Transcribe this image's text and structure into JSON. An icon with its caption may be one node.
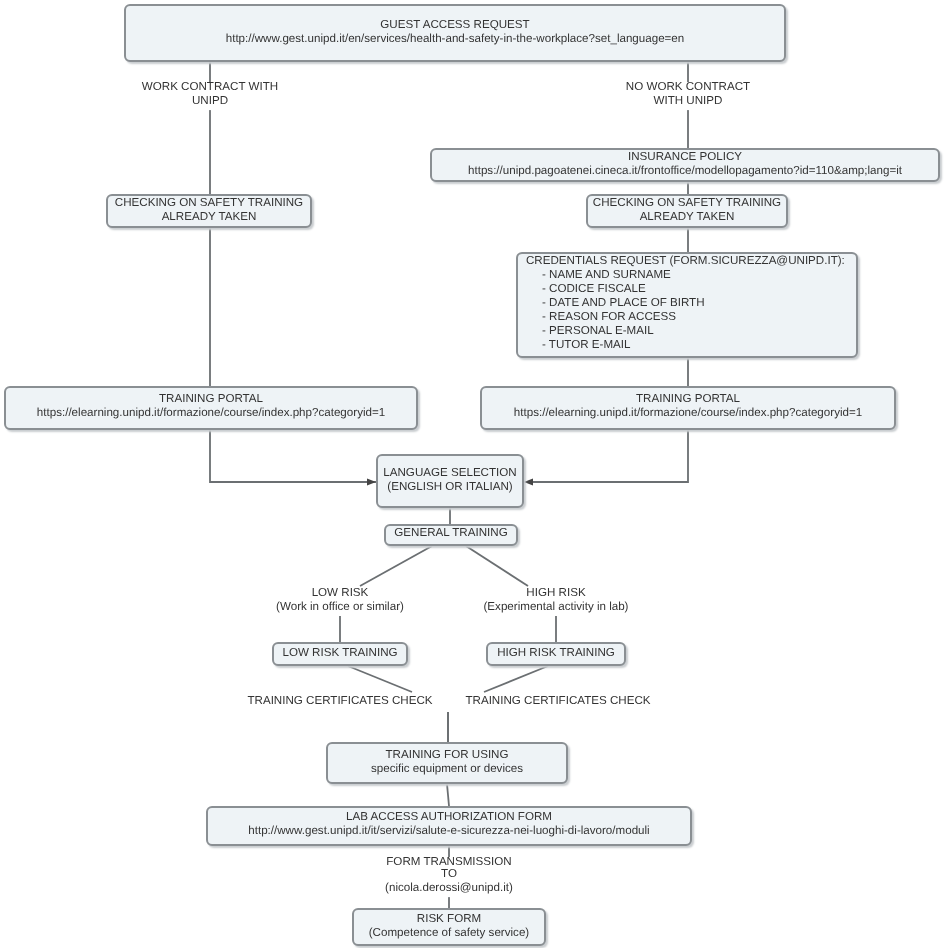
{
  "diagram": {
    "nodes": [
      {
        "text": [
          "GUEST ACCESS REQUEST",
          "http://www.gest.unipd.it/en/services/health-and-safety-in-the-workplace?set_language=en"
        ]
      },
      {
        "text": [
          "INSURANCE POLICY",
          "https://unipd.pagoatenei.cineca.it/frontoffice/modellopagamento?id=110&amp;lang=it"
        ]
      },
      {
        "text": [
          "CHECKING ON SAFETY TRAINING ALREADY TAKEN"
        ]
      },
      {
        "text": [
          "CHECKING ON SAFETY TRAINING ALREADY TAKEN"
        ]
      },
      {
        "text": [
          "CREDENTIALS REQUEST (FORM.SICUREZZA@UNIPD.IT):",
          "- NAME AND SURNAME",
          "- CODICE FISCALE",
          "- DATE AND PLACE OF BIRTH",
          "- REASON FOR ACCESS",
          "- PERSONAL E-MAIL",
          "- TUTOR E-MAIL"
        ]
      },
      {
        "text": [
          "TRAINING PORTAL",
          "https://elearning.unipd.it/formazione/course/index.php?categoryid=1"
        ]
      },
      {
        "text": [
          "TRAINING PORTAL",
          "https://elearning.unipd.it/formazione/course/index.php?categoryid=1"
        ]
      },
      {
        "text": [
          "LANGUAGE SELECTION (ENGLISH OR ITALIAN)"
        ]
      },
      {
        "text": [
          "GENERAL TRAINING"
        ]
      },
      {
        "text": [
          "LOW RISK",
          "(Work in office or similar)"
        ]
      },
      {
        "text": [
          "HIGH RISK",
          "(Experimental activity in lab)"
        ]
      },
      {
        "text": [
          "LOW RISK TRAINING"
        ]
      },
      {
        "text": [
          "HIGH RISK TRAINING"
        ]
      },
      {
        "text": [
          "TRAINING CERTIFICATES CHECK"
        ]
      },
      {
        "text": [
          "TRAINING CERTIFICATES CHECK"
        ]
      },
      {
        "text": [
          "TRAINING FOR USING",
          "specific equipment or devices"
        ]
      },
      {
        "text": [
          "LAB ACCESS AUTHORIZATION FORM",
          "http://www.gest.unipd.it/it/servizi/salute-e-sicurezza-nei-luoghi-di-lavoro/moduli"
        ]
      },
      {
        "text": [
          "RISK FORM",
          "(Competence of safety service)"
        ]
      }
    ],
    "edges": [
      {
        "from": 0,
        "to": 2,
        "arrow": "none",
        "label": "WORK CONTRACT WITH UNIPD"
      },
      {
        "from": 0,
        "to": 1,
        "arrow": "none",
        "label": "NO WORK CONTRACT WITH UNIPD"
      },
      {
        "from": 1,
        "to": 3,
        "arrow": "none"
      },
      {
        "from": 2,
        "to": 5,
        "arrow": "none"
      },
      {
        "from": 3,
        "to": 4,
        "arrow": "none"
      },
      {
        "from": 4,
        "to": 6,
        "arrow": "none"
      },
      {
        "from": 5,
        "to": 7,
        "arrow": "to"
      },
      {
        "from": 6,
        "to": 7,
        "arrow": "to"
      },
      {
        "from": 7,
        "to": 8,
        "arrow": "none"
      },
      {
        "from": 8,
        "to": 9,
        "arrow": "none"
      },
      {
        "from": 8,
        "to": 10,
        "arrow": "none"
      },
      {
        "from": 9,
        "to": 11,
        "arrow": "none"
      },
      {
        "from": 10,
        "to": 12,
        "arrow": "none"
      },
      {
        "from": 11,
        "to": 13,
        "arrow": "none"
      },
      {
        "from": 12,
        "to": 14,
        "arrow": "none"
      },
      {
        "from": 13,
        "to": 15,
        "arrow": "none"
      },
      {
        "from": 14,
        "to": 15,
        "arrow": "none"
      },
      {
        "from": 15,
        "to": 16,
        "arrow": "none"
      },
      {
        "from": 16,
        "to": 17,
        "arrow": "none",
        "label": "FORM TRANSMISSION TO (nicola.derossi@unipd.it)"
      }
    ]
  }
}
